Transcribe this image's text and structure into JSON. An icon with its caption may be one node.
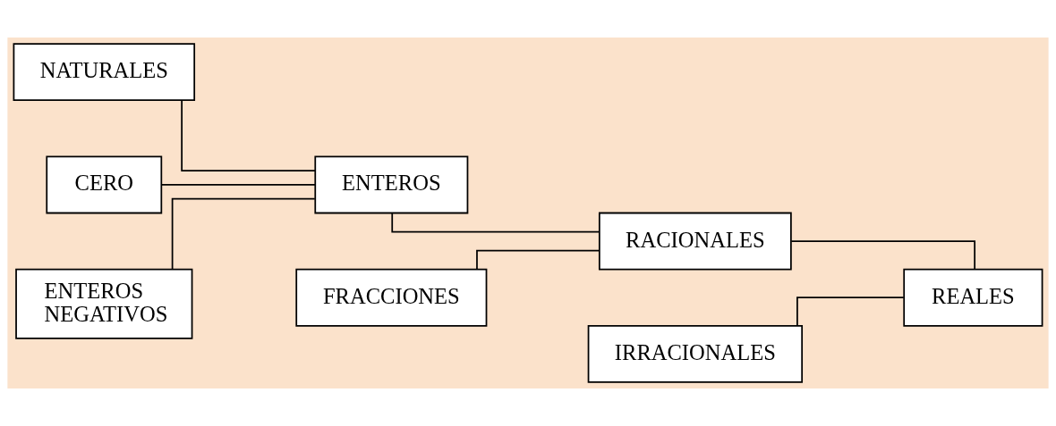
{
  "diagram": {
    "nodes": [
      {
        "text": [
          "NATURALES"
        ]
      },
      {
        "text": [
          "CERO"
        ]
      },
      {
        "text": [
          "ENTEROS NEGATIVOS"
        ]
      },
      {
        "text": [
          "ENTEROS"
        ]
      },
      {
        "text": [
          "FRACCIONES"
        ]
      },
      {
        "text": [
          "RACIONALES"
        ]
      },
      {
        "text": [
          "IRRACIONALES"
        ]
      },
      {
        "text": [
          "REALES"
        ]
      }
    ],
    "edges": [
      {
        "from": 0,
        "to": 3,
        "arrow": "none"
      },
      {
        "from": 1,
        "to": 3,
        "arrow": "none"
      },
      {
        "from": 2,
        "to": 3,
        "arrow": "none"
      },
      {
        "from": 3,
        "to": 5,
        "arrow": "none"
      },
      {
        "from": 4,
        "to": 5,
        "arrow": "none"
      },
      {
        "from": 5,
        "to": 7,
        "arrow": "none"
      },
      {
        "from": 6,
        "to": 7,
        "arrow": "none"
      }
    ]
  }
}
